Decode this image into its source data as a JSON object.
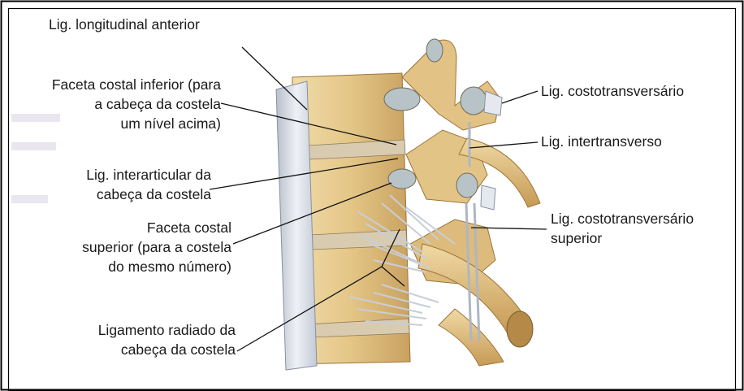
{
  "labels": {
    "lig_longitudinal_anterior": "Lig. longitudinal anterior",
    "faceta_costal_inferior": [
      "Faceta costal inferior (para",
      "a cabeça da costela",
      "um nível acima)"
    ],
    "lig_interarticular": [
      "Lig. interarticular da",
      "cabeça da costela"
    ],
    "faceta_costal_superior": [
      "Faceta costal",
      "superior (para a costela",
      "do mesmo número)"
    ],
    "ligamento_radiado": [
      "Ligamento radiado da",
      "cabeça da costela"
    ],
    "lig_costotransversario": "Lig. costotransversário",
    "lig_intertransverso": "Lig. intertransverso",
    "lig_costotransversario_superior": [
      "Lig. costotransversário",
      "superior"
    ]
  },
  "colors": {
    "bone": "#e6c98a",
    "bone_shadow": "#c49a55",
    "bone_dark": "#9c7438",
    "ligament": "#d9dee6",
    "ligament_shadow": "#a8b0bd",
    "leader_line": "#111111",
    "frame": "#000000"
  }
}
